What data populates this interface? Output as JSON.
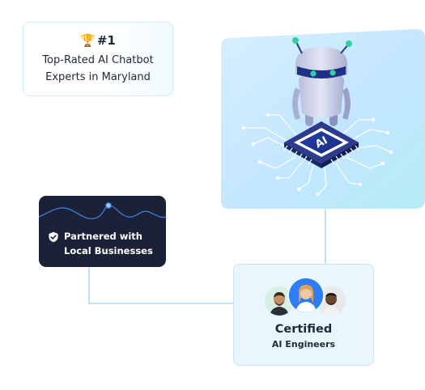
{
  "rank_card": {
    "rank": "#1",
    "text": "Top-Rated AI Chatbot Experts in Maryland"
  },
  "hero": {
    "chip_label": "AI"
  },
  "partner_card": {
    "text": "Partnered with Local Businesses"
  },
  "certified_card": {
    "title": "Certified",
    "subtitle": "AI Engineers"
  },
  "colors": {
    "accent": "#2e7cf6",
    "dark_card": "#1b2237",
    "light_card": "#e9f6fd",
    "connector": "#bfe3f3"
  },
  "icons": {
    "rank": "trophy-icon",
    "partner": "shield-check-icon"
  }
}
